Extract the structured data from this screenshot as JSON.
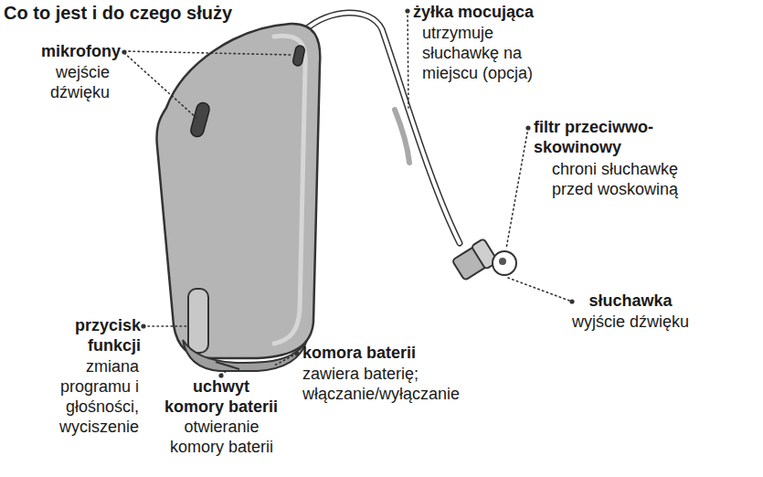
{
  "diagram": {
    "title": "Co to jest i do czego służy",
    "labels": [
      "mikrofony",
      "wejście dźwięku",
      "żyłka mocująca",
      "utrzymuje słuchawkę na miejscu (opcja)",
      "filtr przeciwwo- skowinowy",
      "chroni słuchawkę przed woskowiną",
      "słuchawka",
      "wyjście dźwięku",
      "komora baterii",
      "zawiera baterię; włączanie/wyłączanie",
      "uchwyt komory baterii",
      "otwieranie komory baterii",
      "przycisk funkcji",
      "zmiana programu i głośności, wyciszenie"
    ]
  }
}
